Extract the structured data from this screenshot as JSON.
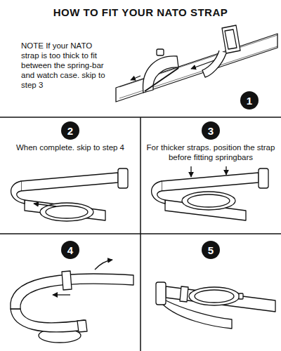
{
  "diagram": {
    "title": "HOW TO FIT YOUR NATO STRAP",
    "nodes": [
      {
        "text": [
          "1"
        ]
      },
      {
        "text": [
          "2"
        ]
      },
      {
        "text": [
          "3"
        ]
      },
      {
        "text": [
          "4"
        ]
      },
      {
        "text": [
          "5"
        ]
      }
    ],
    "labels": [
      "NOTE If your NATO strap is too thick to fit between the spring-bar and watch case. skip to step 3",
      "When complete. skip to step 4",
      "For thicker straps. position the strap before fitting springbars"
    ]
  }
}
